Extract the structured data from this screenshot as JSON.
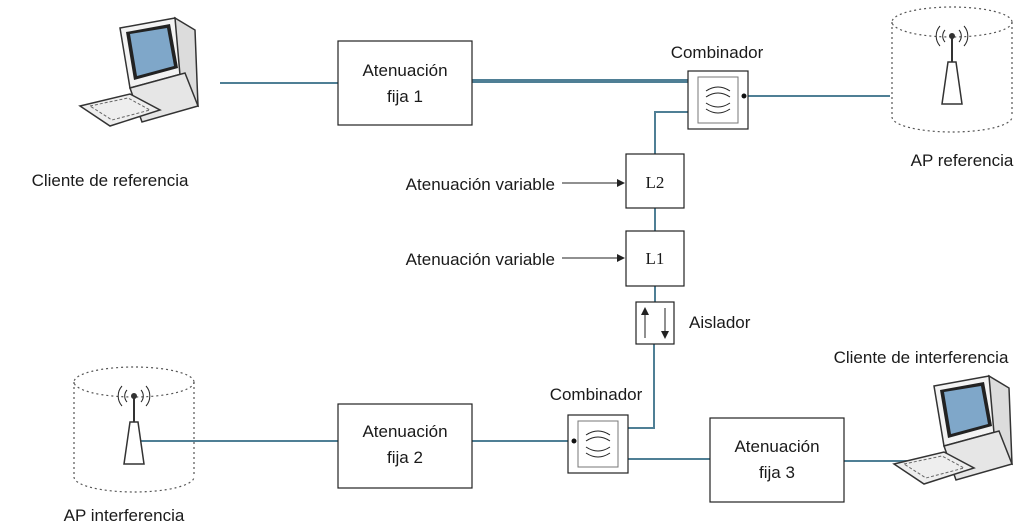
{
  "nodes": {
    "client_ref": "Cliente de referencia",
    "ap_ref": "AP referencia",
    "ap_int": "AP interferencia",
    "client_int": "Cliente de interferencia",
    "att1_line1": "Atenuación",
    "att1_line2": "fija 1",
    "att2_line1": "Atenuación",
    "att2_line2": "fija 2",
    "att3_line1": "Atenuación",
    "att3_line2": "fija 3",
    "comb_top": "Combinador",
    "comb_bottom": "Combinador",
    "l2": "L2",
    "l1": "L1",
    "isolator": "Aislador",
    "var_att_top": "Atenuación variable",
    "var_att_bottom": "Atenuación variable"
  },
  "colors": {
    "wire": "#4f7f95",
    "stroke": "#222222",
    "computer_screen": "#7fa7c9"
  }
}
